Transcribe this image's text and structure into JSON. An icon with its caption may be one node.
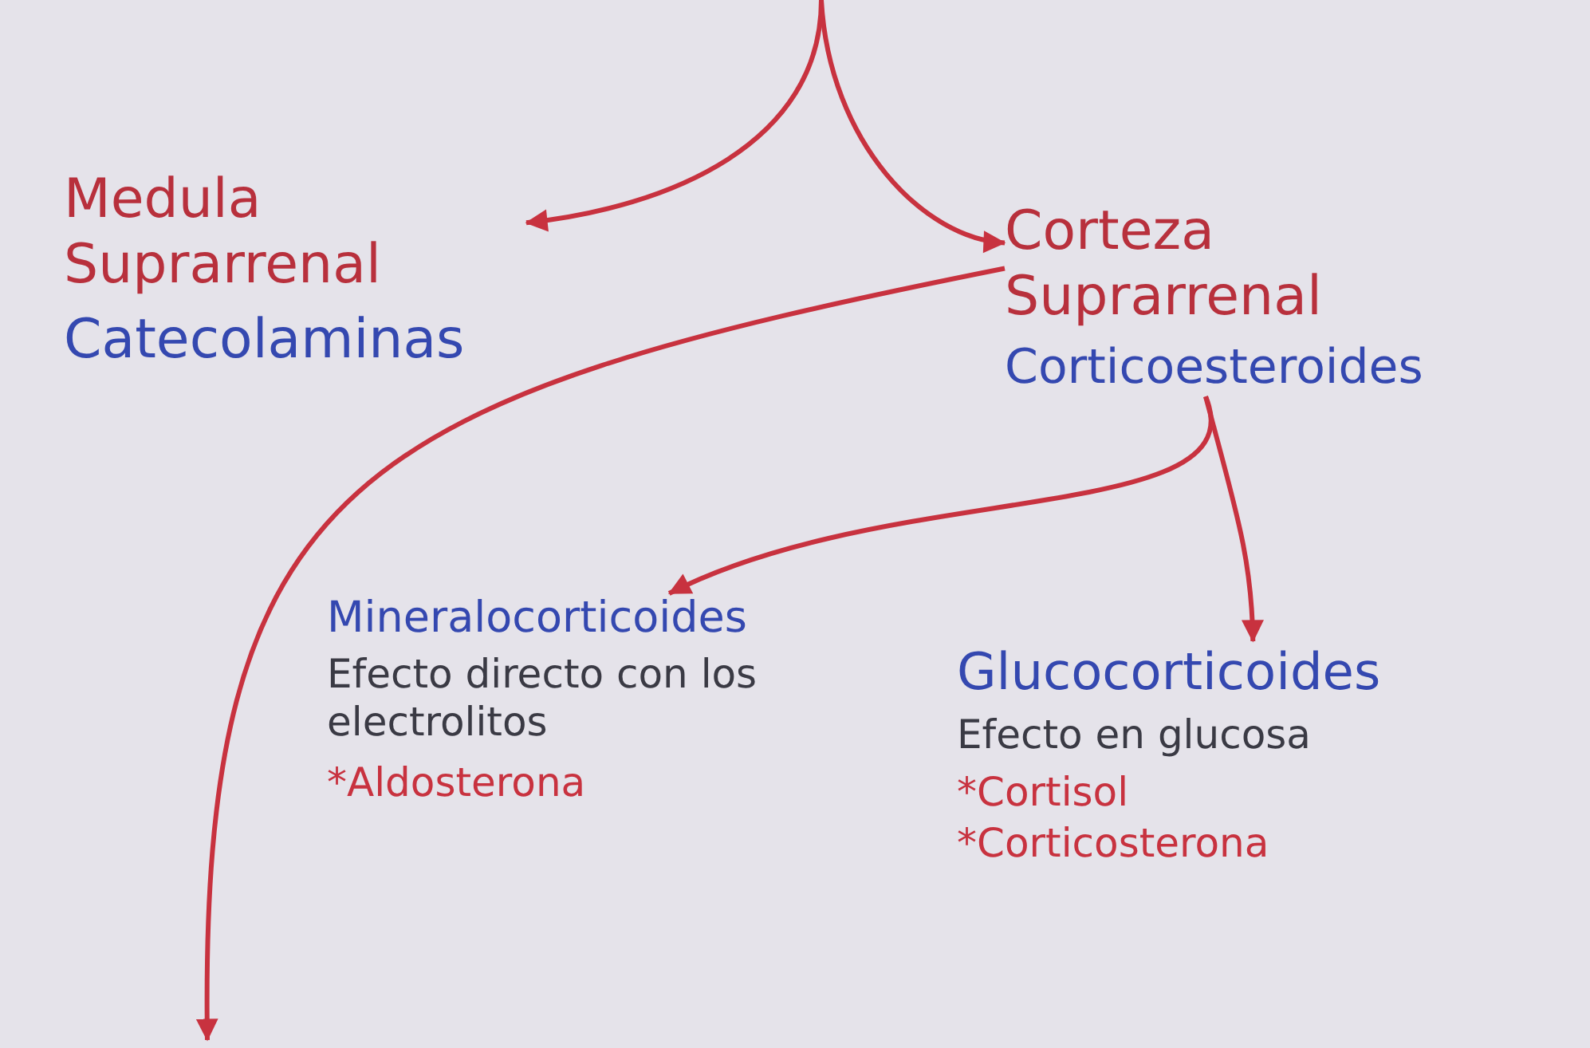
{
  "diagram": {
    "nodes": [
      {
        "text": [
          "Medula Suprarrenal",
          "Catecolaminas"
        ]
      },
      {
        "text": [
          "Corteza Suprarrenal",
          "Corticoesteroides"
        ]
      },
      {
        "text": [
          "Mineralocorticoides",
          "Efecto directo con los electrolitos",
          "*Aldosterona"
        ]
      },
      {
        "text": [
          "Glucocorticoides",
          "Efecto en glucosa",
          "*Cortisol",
          "*Corticosterona"
        ]
      }
    ],
    "edges": [
      {
        "from": null,
        "to": 0,
        "arrow": "to"
      },
      {
        "from": null,
        "to": 1,
        "arrow": "to"
      },
      {
        "from": 1,
        "to": 2,
        "arrow": "to"
      },
      {
        "from": 1,
        "to": 3,
        "arrow": "to"
      },
      {
        "from": 1,
        "to": null,
        "arrow": "to"
      }
    ]
  }
}
